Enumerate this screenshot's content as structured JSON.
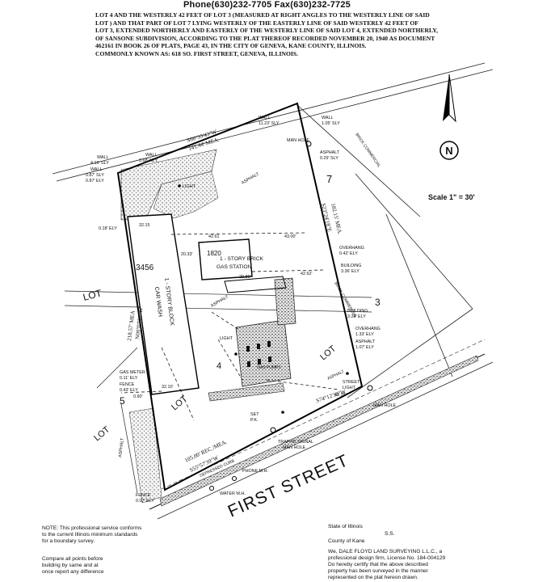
{
  "header": {
    "contact": "Phone(630)232-7705   Fax(630)232-7725"
  },
  "legal_description": [
    "LOT 4 AND THE WESTERLY 42 FEET OF LOT 3 (MEASURED AT RIGHT ANGLES TO THE WESTERLY LINE OF SAID",
    "LOT ) AND THAT PART OF LOT 7 LYING WESTERLY OF THE EASTERLY LINE OF SAID WESTERLY 42 FEET OF",
    "LOT 3, EXTENDED NORTHERLY AND EASTERLY OF THE WESTERLY LINE OF SAID LOT 4, EXTENDED NORTHERLY,",
    "OF SANSONE SUBDIVISION, ACCORDING TO THE PLAT THEREOF RECORDED NOVEMBER 20, 1940 AS DOCUMENT",
    "462161 IN BOOK 26 OF PLATS, PAGE 43, IN THE CITY OF GENEVA, KANE COUNTY, ILLINOIS.",
    "COMMONLY KNOWN AS: 618 SO. FIRST STREET, GENEVA, ILLINOIS."
  ],
  "compass": {
    "label": "N"
  },
  "scale": {
    "label": "Scale 1\" = 30'"
  },
  "plat_labels": {
    "north_bearing": "S66°35'43\"W",
    "north_dist": "141.44' MEA.",
    "wall_a": "WALL",
    "wall_a_note": "3.68' NLY",
    "wall_b": "WALL",
    "wall_b_note": "11.23' SLY",
    "wall_c": "WALL",
    "wall_c_note": "1.05' SLY",
    "wall_d": "WALL",
    "wall_d_note": "4.16' SLY",
    "wall_e": "WALL",
    "wall_e_note1": "0.87' SLY",
    "wall_e_note2": "0.87' ELY",
    "man_hole_north": "MAN HOLE",
    "asphalt_ne": "ASPHALT",
    "asphalt_ne_note": "0.29' SLY",
    "brick_commercial": "BRICK COMMERCIAL",
    "light_n": "LIGHT",
    "asphalt_n": "ASPHALT",
    "lot7": "7",
    "east_bearing": "S23°24'18\"E",
    "east_dist": "182.15' MEA.",
    "west_bearing": "N00°07'01\"W",
    "west_dist": "218.57' MEA",
    "wall_west_note": "0.18' ELY",
    "dim_3215": "32.15",
    "bldg_number": "3456",
    "block_car_wash": "1 - STORY BLOCK",
    "car_wash": "CAR WASH",
    "gas_bldg_number": "1820",
    "gas_bldg_1": "1 - STORY BRICK",
    "gas_bldg_2": "GAS STATION",
    "dim_4261": "42.61",
    "dim_4300": "43.00'",
    "dim_2986": "29.86'",
    "dim_4262": "42.62'",
    "dim_2033": "20.33'",
    "overhang_1": "OVERHANG",
    "overhang_1_note": "0.42' ELY",
    "building_1": "BUILDING",
    "building_1_note": "3.36' ELY",
    "brick_comm_2": "BRICK COMMERCIAL",
    "building_2": "BUILDING",
    "building_2_note": "3.24' ELY",
    "overhang_2": "OVERHANG",
    "overhang_2_note": "1.33' ELY",
    "asphalt_e": "ASPHALT",
    "asphalt_e_note": "1.07' ELY",
    "lot_left": "LOT",
    "lot3": "3",
    "lot4_num": "4",
    "lot4": "LOT",
    "lot_right": "LOT",
    "lot5": "LOT",
    "lot5_num": "5",
    "asphalt_mid": "ASPHALT",
    "light_mid": "LIGHT",
    "gas_pumps": "GAS PUMPS",
    "gas_meter": "GAS METER",
    "gas_meter_note": "0.11' ELY",
    "fence_w": "FENCE",
    "fence_w_note": "0.43' ELY",
    "dim_3210": "32.10'",
    "dim_090": "0.90'",
    "south_east_bearing": "S74°12'39\"W",
    "dim_4219": "42.19'",
    "street_light": "STREET",
    "street_light_2": "LIGHT",
    "man_hole_south": "MAN HOLE",
    "asphalt_s": "ASPHALT",
    "set_pk": "SET",
    "set_pk_2": "P.K.",
    "traffic_signal": "TRAFFIC SIGNAL",
    "traffic_signal_2": "MAN HOLE",
    "south_dist": "105.00' REC./MEA.",
    "south_bearing": "S55°57'39\"W",
    "fence_sw": "FENCE",
    "fence_sw_note": "0.07' ELY",
    "phone_mh": "PHONE M.H.",
    "water_mh": "WATER M.H.",
    "street_name": "FIRST  STREET",
    "depressed_curb": "DEPRESSED CURB",
    "asphalt_w": "ASPHALT"
  },
  "notes": {
    "professional": [
      "NOTE: This professional service conforms",
      "to the current Illinois minimum standards",
      "for a boundary survey."
    ],
    "compare": [
      "Compare all points before",
      "building by same and at",
      "once report any difference"
    ]
  },
  "certificate": {
    "state": "State of Illinois",
    "ss": "S.S.",
    "county": "County of Kane",
    "body": [
      "We, DALE FLOYD LAND SURVEYING L.L.C., a",
      "professional design firm, License No. 184-004129",
      "Do hereby certify that the above described",
      "property has been surveyed in the manner",
      "represented on the plat hereon drawn."
    ]
  }
}
